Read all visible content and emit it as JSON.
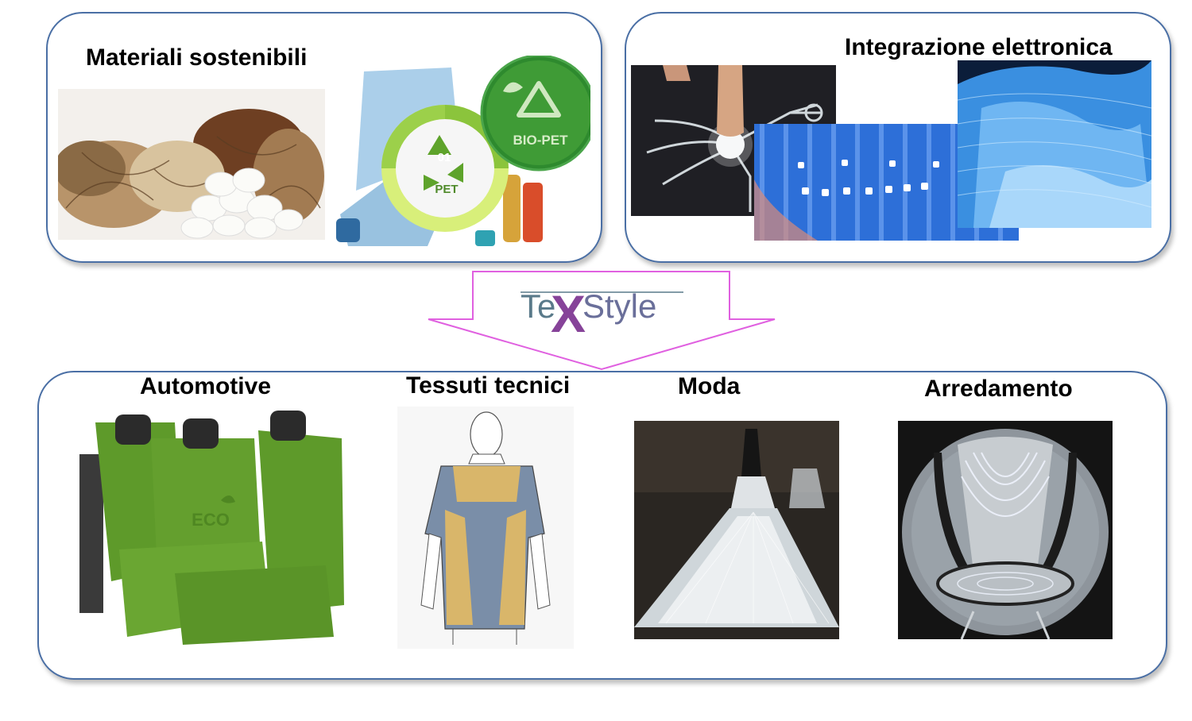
{
  "top_left": {
    "title": "Materiali sostenibili",
    "pet_badge": "PET",
    "pet_number": "01",
    "biopet_badge": "BIO-PET"
  },
  "top_right": {
    "title": "Integrazione elettronica"
  },
  "logo": {
    "text_te": "Te",
    "text_x": "X",
    "text_style": "Style"
  },
  "bottom": {
    "items": [
      {
        "title": "Automotive",
        "seat_logo": "ECO"
      },
      {
        "title": "Tessuti tecnici"
      },
      {
        "title": "Moda"
      },
      {
        "title": "Arredamento"
      }
    ]
  },
  "colors": {
    "panel_border": "#4a6fa5",
    "arrow": "#e060e0",
    "logo_x": "#7a2f8f",
    "logo_text": "#5a7a8a",
    "seat_green": "#5e9a2a"
  }
}
